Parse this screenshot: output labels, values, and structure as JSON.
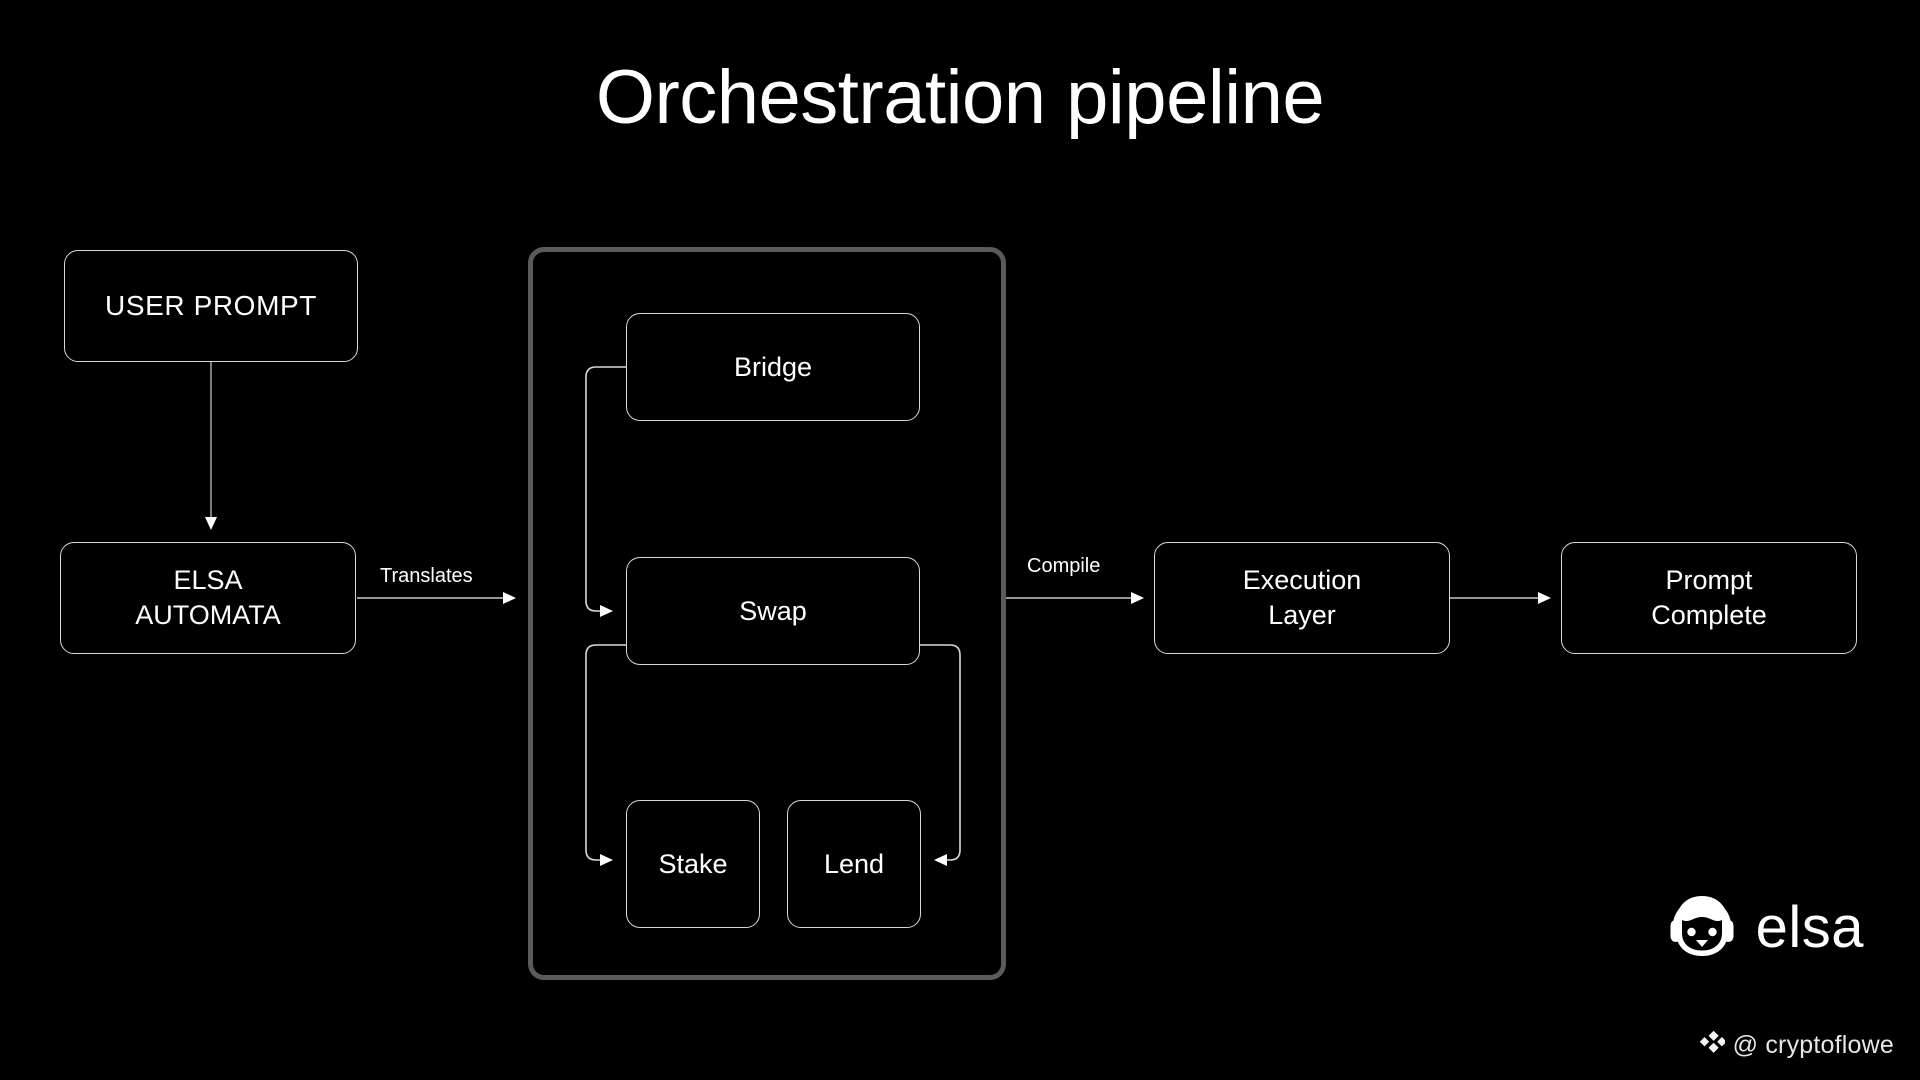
{
  "page": {
    "title": "Orchestration pipeline",
    "background_color": "#000000",
    "text_color": "#ffffff",
    "node_border_color": "#d8d8d8",
    "container_border_color": "#5a5a5a",
    "connector_color": "#c9c9c9"
  },
  "nodes": {
    "user_prompt": "USER PROMPT",
    "elsa_automata": "ELSA\nAUTOMATA",
    "elsa_automata_line1": "ELSA",
    "elsa_automata_line2": "AUTOMATA",
    "bridge": "Bridge",
    "swap": "Swap",
    "stake": "Stake",
    "lend": "Lend",
    "execution_layer_line1": "Execution",
    "execution_layer_line2": "Layer",
    "prompt_complete_line1": "Prompt",
    "prompt_complete_line2": "Complete"
  },
  "edge_labels": {
    "translates": "Translates",
    "compile": "Compile"
  },
  "brand": {
    "wordmark": "elsa",
    "logo_icon": "robot-head-icon"
  },
  "watermark": {
    "icon": "diamond-logo-icon",
    "text": "@ cryptoflowe"
  }
}
